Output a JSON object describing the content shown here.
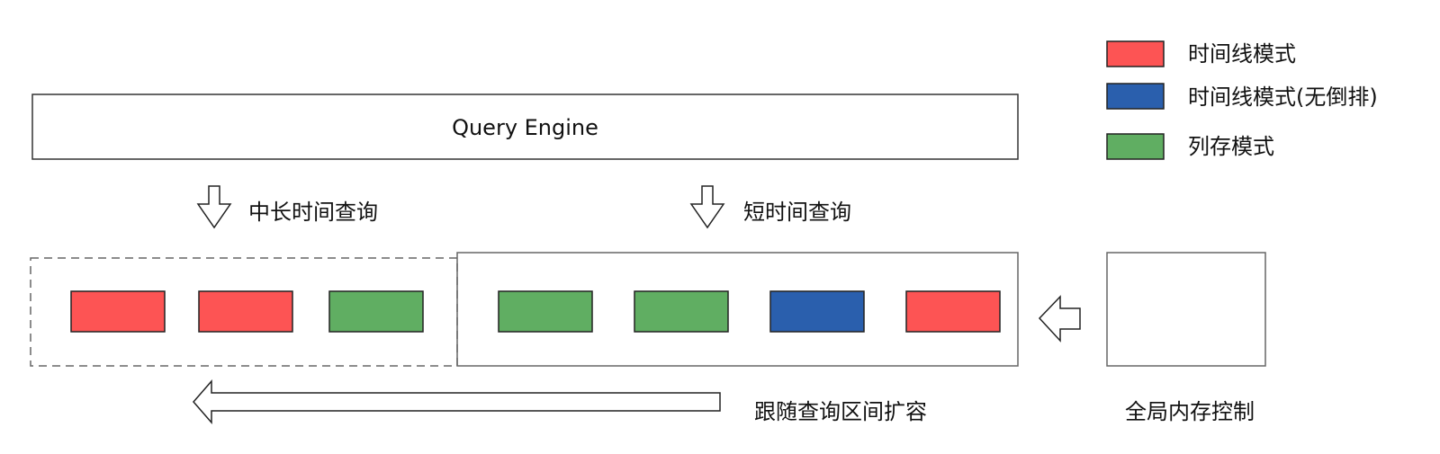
{
  "query_engine": {
    "label": "Query Engine"
  },
  "query_labels": {
    "long": "中长时间查询",
    "short": "短时间查询"
  },
  "legend": [
    {
      "label": "时间线模式",
      "color": "#fd5454"
    },
    {
      "label": "时间线模式(无倒排)",
      "color": "#2a5fad"
    },
    {
      "label": "列存模式",
      "color": "#60ae62"
    }
  ],
  "blocks": {
    "long_range": [
      "#fd5454",
      "#fd5454",
      "#60ae62"
    ],
    "short_range": [
      "#60ae62",
      "#60ae62",
      "#2a5fad",
      "#fd5454"
    ]
  },
  "captions": {
    "expand": "跟随查询区间扩容",
    "memory": "全局内存控制"
  }
}
